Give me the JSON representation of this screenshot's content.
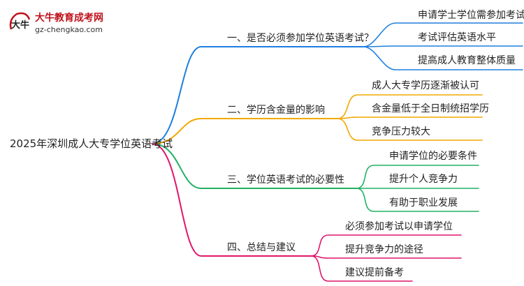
{
  "brand": {
    "name": "大牛教育成考网",
    "url": "gz-chengkao.com",
    "logo_chars": "大牛"
  },
  "mindmap": {
    "root": "2025年深圳成人大专学位英语考试",
    "branches": [
      {
        "label": "一、是否必须参加学位英语考试？",
        "color": "#1e7fe0",
        "children": [
          "申请学士学位需参加考试",
          "考试评估英语水平",
          "提高成人教育整体质量"
        ]
      },
      {
        "label": "二、学历含金量的影响",
        "color": "#f2a800",
        "children": [
          "成人大专学历逐渐被认可",
          "含金量低于全日制统招学历",
          "竞争压力较大"
        ]
      },
      {
        "label": "三、学位英语考试的必要性",
        "color": "#20b063",
        "children": [
          "申请学位的必要条件",
          "提升个人竞争力",
          "有助于职业发展"
        ]
      },
      {
        "label": "四、总结与建议",
        "color": "#e0156b",
        "children": [
          "必须参加考试以申请学位",
          "提升竞争力的途径",
          "建议提前备考"
        ]
      }
    ]
  }
}
